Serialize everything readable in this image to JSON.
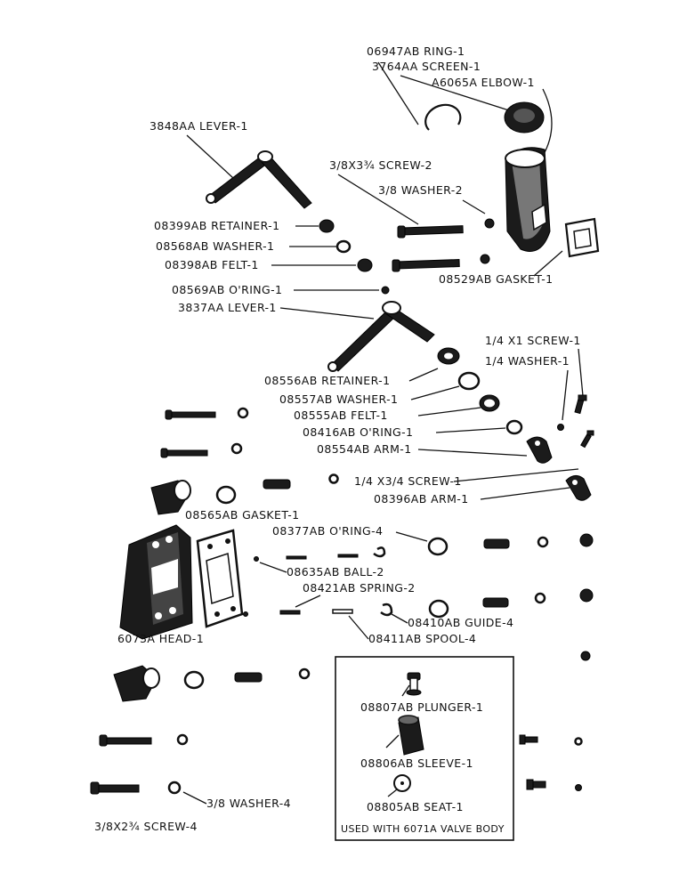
{
  "labels": {
    "ring_06947": "06947AB RING-1",
    "screen_3764": "3764AA SCREEN-1",
    "elbow_a6065": "A6065A ELBOW-1",
    "lever_3848": "3848AA LEVER-1",
    "screen_38x334": "3/8X3¾ SCREW-2",
    "washer_38_2": "3/8 WASHER-2",
    "retainer_08399": "08399AB RETAINER-1",
    "washer_08568": "08568AB WASHER-1",
    "felt_08398": "08398AB FELT-1",
    "gasket_08529": "08529AB GASKET-1",
    "oring_08569": "08569AB O'RING-1",
    "lever_3837": "3837AA LEVER-1",
    "screw_14x1": "1/4 X1 SCREW-1",
    "washer_14": "1/4 WASHER-1",
    "retainer_08556": "08556AB RETAINER-1",
    "washer_08557": "08557AB WASHER-1",
    "felt_08555": "08555AB FELT-1",
    "oring_08416": "08416AB O'RING-1",
    "arm_08554": "08554AB ARM-1",
    "screw_14x34": "1/4 X3/4 SCREW-1",
    "arm_08396": "08396AB ARM-1",
    "gasket_08565": "08565AB GASKET-1",
    "oring_08377": "08377AB O'RING-4",
    "ball_08635": "08635AB BALL-2",
    "spring_08421": "08421AB SPRING-2",
    "guide_08410": "08410AB GUIDE-4",
    "spool_08411": "08411AB SPOOL-4",
    "head_6073": "6073A HEAD-1",
    "plunger_08807": "08807AB PLUNGER-1",
    "sleeve_08806": "08806AB SLEEVE-1",
    "seat_08805": "08805AB SEAT-1",
    "inset_note": "USED WITH 6071A VALVE BODY",
    "washer_38_4": "3/8 WASHER-4",
    "screw_38x234": "3/8X2¾ SCREW-4"
  }
}
